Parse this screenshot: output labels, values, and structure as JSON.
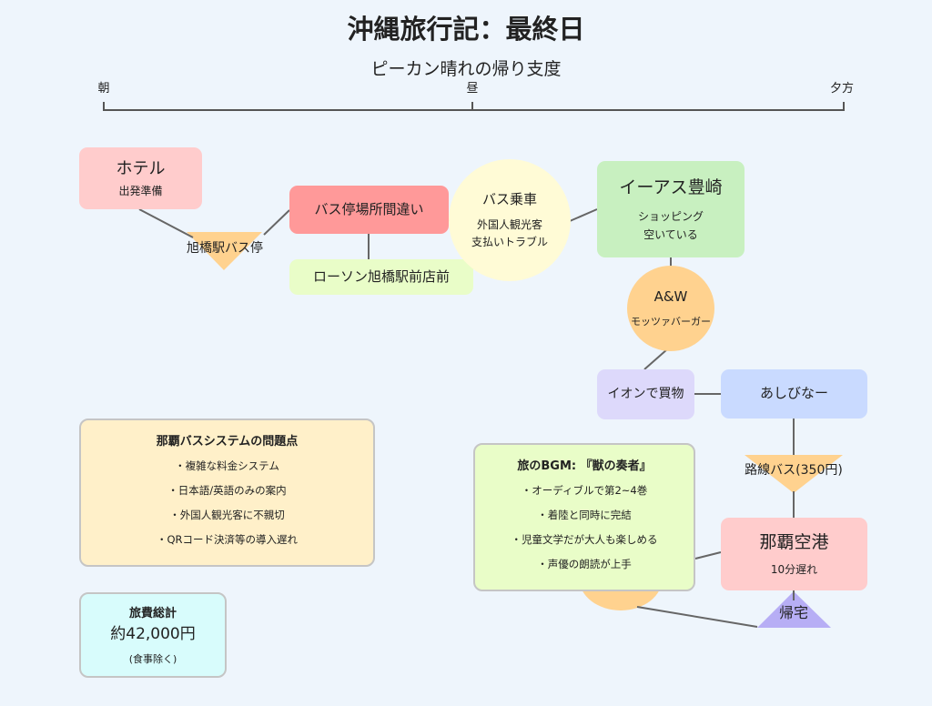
{
  "title": "沖縄旅行記：最終日",
  "subtitle": "ピーカン晴れの帰り支度",
  "timeline": {
    "labels": [
      "朝",
      "昼",
      "夕方"
    ]
  },
  "nodes": {
    "hotel": {
      "title": "ホテル",
      "sub": "出発準備"
    },
    "bus_stop": {
      "title": "旭橋駅バス停"
    },
    "wrong_place": {
      "title": "バス停場所間違い"
    },
    "lawson": {
      "title": "ローソン旭橋駅前店前"
    },
    "bus_ride": {
      "title": "バス乗車",
      "sub1": "外国人観光客",
      "sub2": "支払いトラブル"
    },
    "aeon_mall": {
      "title": "イーアス豊崎",
      "sub1": "ショッピング",
      "sub2": "空いている"
    },
    "aw": {
      "title": "A&W",
      "sub": "モッツァバーガー"
    },
    "aeon": {
      "title": "イオンで買物"
    },
    "ashibinaa": {
      "title": "あしびなー"
    },
    "route_bus": {
      "title": "路線バス(350円)"
    },
    "airport": {
      "title": "那覇空港",
      "sub": "10分遅れ"
    },
    "home": {
      "title": "帰宅"
    }
  },
  "problems": {
    "title": "那覇バスシステムの問題点",
    "items": [
      "・複雑な料金システム",
      "・日本語/英語のみの案内",
      "・外国人観光客に不親切",
      "・QRコード決済等の導入遅れ"
    ]
  },
  "bgm": {
    "title": "旅のBGM: 『獣の奏者』",
    "items": [
      "・オーディブルで第2~4巻",
      "・着陸と同時に完結",
      "・児童文学だが大人も楽しめる",
      "・声優の朗読が上手"
    ]
  },
  "cost": {
    "title": "旅費総計",
    "amount": "約42,000円",
    "note": "(食事除く)"
  },
  "colors": {
    "background": "#eef5fc",
    "pink": "#ffcccc",
    "salmon": "#ff9999",
    "green": "#e9fdc8",
    "mint": "#c8f0c0",
    "yellow": "#fffbd6",
    "orange": "#ffd28f",
    "lavender": "#ddd9fb",
    "blue": "#c9daff",
    "cyan": "#d8fcfc",
    "cream": "#fff0c9",
    "tri_purple": "#b7aef5"
  }
}
